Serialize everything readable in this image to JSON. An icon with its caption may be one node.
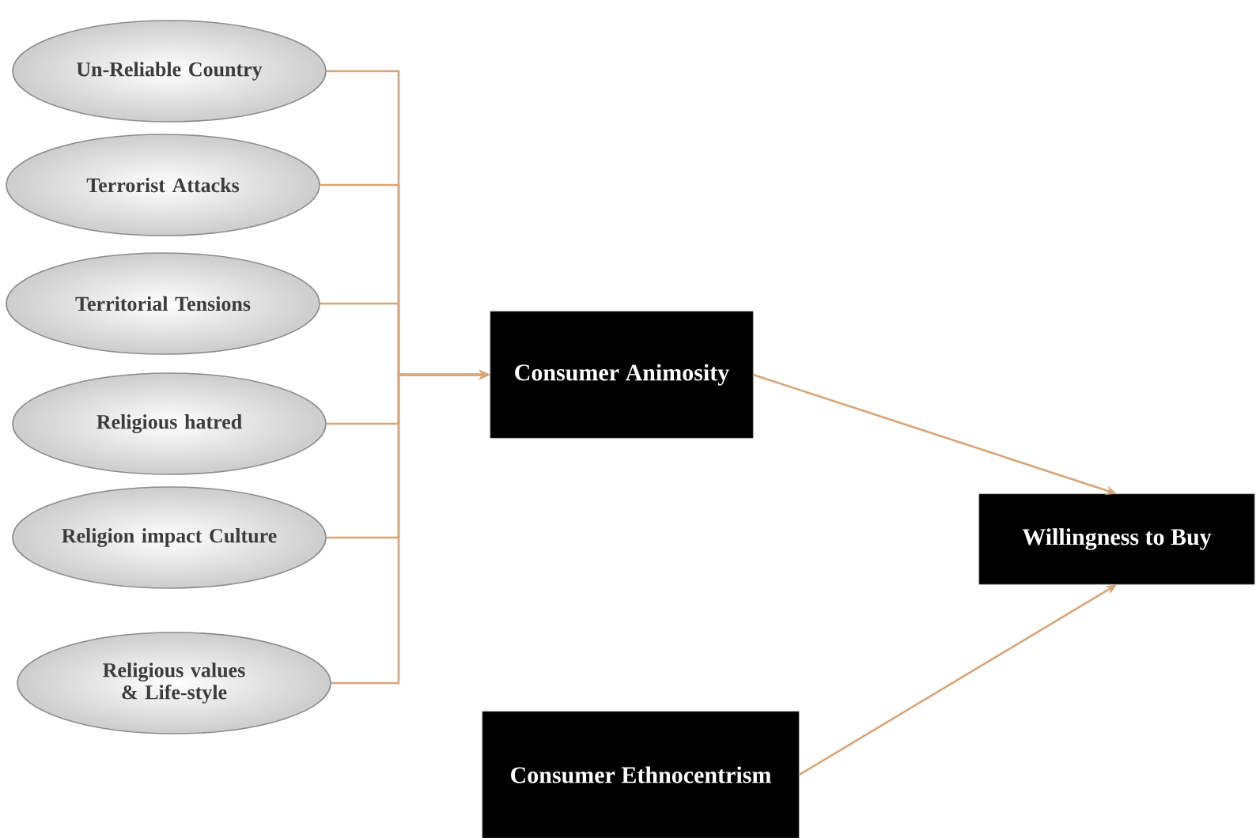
{
  "diagram": {
    "nodes": [
      {
        "text": [
          "Un-Reliable Country"
        ]
      },
      {
        "text": [
          "Terrorist Attacks"
        ]
      },
      {
        "text": [
          "Territorial Tensions"
        ]
      },
      {
        "text": [
          "Religious hatred"
        ]
      },
      {
        "text": [
          "Religion impact Culture"
        ]
      },
      {
        "text": [
          "Religious values & Life-style"
        ]
      },
      {
        "text": [
          "Consumer Animosity"
        ]
      },
      {
        "text": [
          "Willingness to Buy"
        ]
      },
      {
        "text": [
          "Consumer Ethnocentrism"
        ]
      }
    ],
    "edges": [
      {
        "from": 0,
        "to": 6,
        "arrow": "to"
      },
      {
        "from": 1,
        "to": 6,
        "arrow": "to"
      },
      {
        "from": 2,
        "to": 6,
        "arrow": "to"
      },
      {
        "from": 3,
        "to": 6,
        "arrow": "to"
      },
      {
        "from": 4,
        "to": 6,
        "arrow": "to"
      },
      {
        "from": 5,
        "to": 6,
        "arrow": "to"
      },
      {
        "from": 6,
        "to": 7,
        "arrow": "to"
      },
      {
        "from": 8,
        "to": 7,
        "arrow": "to"
      }
    ]
  }
}
